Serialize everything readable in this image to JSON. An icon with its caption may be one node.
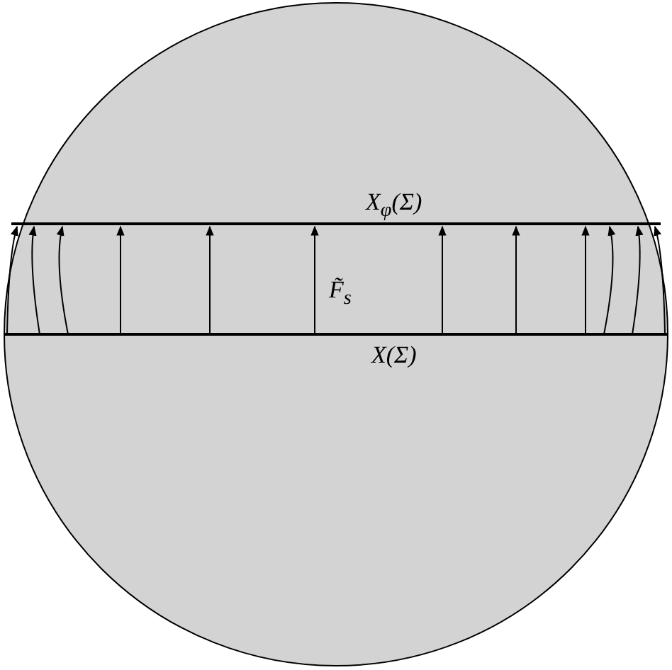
{
  "diagram": {
    "labels": [
      "X$_{φ}$(Σ)",
      "F̃$_{s}$",
      "X(Σ)"
    ]
  }
}
